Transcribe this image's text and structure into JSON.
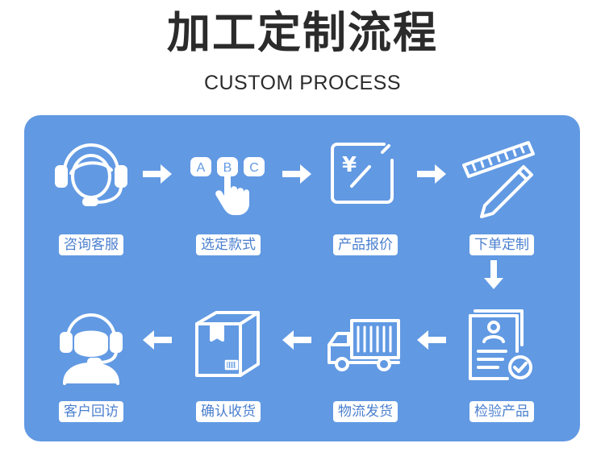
{
  "header": {
    "title": "加工定制流程",
    "subtitle": "CUSTOM PROCESS"
  },
  "colors": {
    "panel": "#6199e3",
    "label_text": "#4a7fcf",
    "icon": "#ffffff",
    "title": "#2b2b2b"
  },
  "steps": [
    {
      "label": "咨询客服",
      "icon": "customer-service-headset-icon"
    },
    {
      "label": "选定款式",
      "icon": "abc-select-hand-icon"
    },
    {
      "label": "产品报价",
      "icon": "yen-price-icon"
    },
    {
      "label": "下单定制",
      "icon": "ruler-pencil-icon"
    },
    {
      "label": "检验产品",
      "icon": "inspection-document-icon"
    },
    {
      "label": "物流发货",
      "icon": "delivery-truck-icon"
    },
    {
      "label": "确认收货",
      "icon": "package-box-icon"
    },
    {
      "label": "客户回访",
      "icon": "return-visit-headset-icon"
    }
  ],
  "abc_keys": [
    "A",
    "B",
    "C"
  ],
  "price_symbol": "¥"
}
